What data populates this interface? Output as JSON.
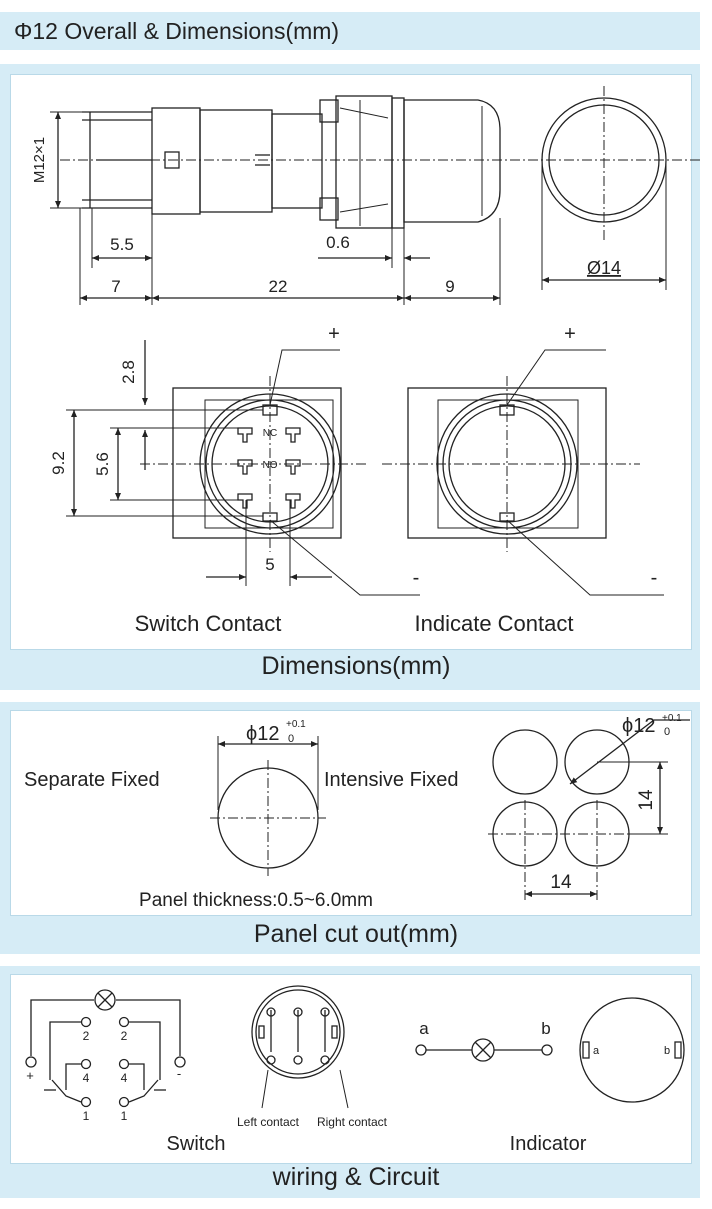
{
  "header": {
    "title": "Φ12 Overall & Dimensions(mm)"
  },
  "dimensions": {
    "thread": "M12×1",
    "d_5_5": "5.5",
    "d_0_6": "0.6",
    "d_7": "7",
    "d_22": "22",
    "d_9": "9",
    "d_dia14": "Ø14",
    "d_2_8": "2.8",
    "d_9_2": "9.2",
    "d_5_6": "5.6",
    "d_5": "5",
    "plus": "+",
    "minus": "-",
    "nc": "NC",
    "no": "NO",
    "switch_contact": "Switch Contact",
    "indicate_contact": "Indicate Contact",
    "caption": "Dimensions(mm)"
  },
  "panel_cutout": {
    "separate_fixed": "Separate Fixed",
    "intensive_fixed": "Intensive Fixed",
    "dia12": "ϕ12",
    "tol_plus": "+0.1",
    "tol_zero": "0",
    "d_14_v": "14",
    "d_14_h": "14",
    "thickness": "Panel thickness:0.5~6.0mm",
    "caption": "Panel cut out(mm)"
  },
  "wiring": {
    "n2a": "2",
    "n2b": "2",
    "n4a": "4",
    "n4b": "4",
    "n1a": "1",
    "n1b": "1",
    "plus": "+",
    "minus": "-",
    "left_contact": "Left contact",
    "right_contact": "Right contact",
    "switch_label": "Switch",
    "a": "a",
    "b": "b",
    "a2": "a",
    "b2": "b",
    "indicator_label": "Indicator",
    "caption": "wiring & Circuit"
  }
}
